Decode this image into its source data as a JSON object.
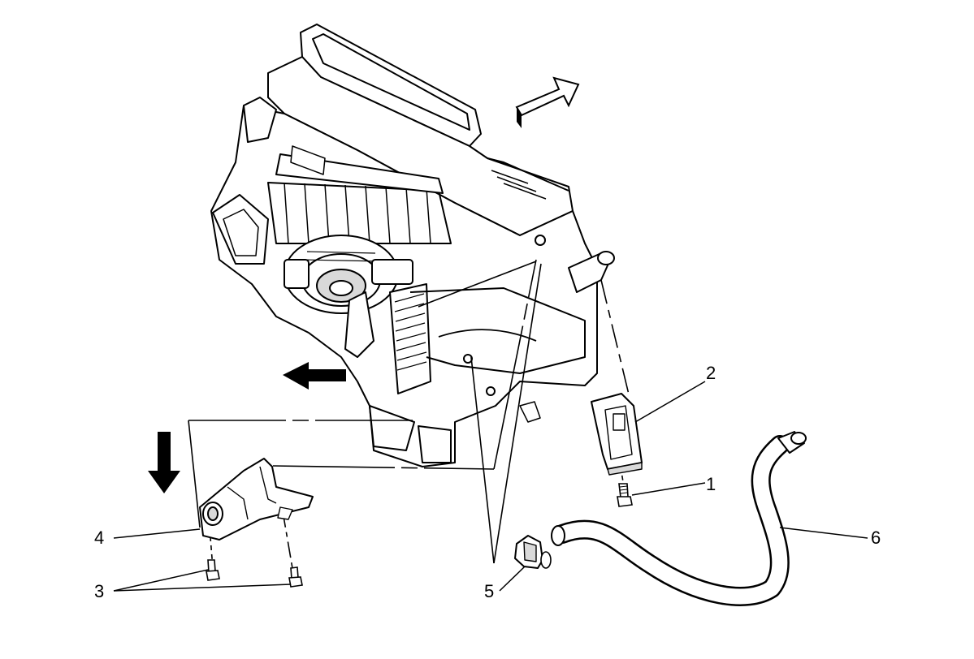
{
  "callouts": [
    {
      "id": "callout-1",
      "label": "1",
      "part": "fastener"
    },
    {
      "id": "callout-2",
      "label": "2",
      "part": "bracket"
    },
    {
      "id": "callout-3",
      "label": "3",
      "part": "screws"
    },
    {
      "id": "callout-4",
      "label": "4",
      "part": "cover"
    },
    {
      "id": "callout-5",
      "label": "5",
      "part": "clip"
    },
    {
      "id": "callout-6",
      "label": "6",
      "part": "drain hose"
    }
  ],
  "arrows": [
    {
      "name": "direction-arrow-up-right",
      "style": "outline"
    },
    {
      "name": "direction-arrow-left",
      "style": "solid"
    },
    {
      "name": "direction-arrow-down",
      "style": "solid"
    }
  ],
  "colors": {
    "line": "#000000",
    "fill": "#ffffff",
    "shade": "#d9d9d9"
  }
}
